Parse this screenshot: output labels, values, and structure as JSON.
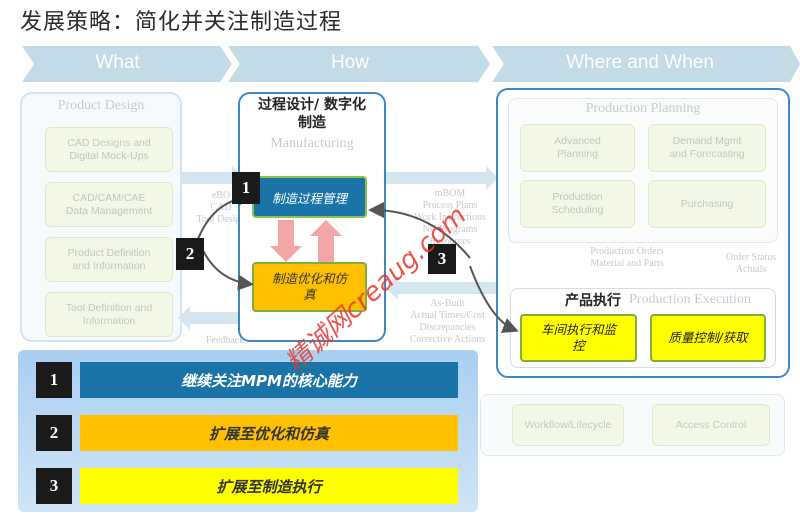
{
  "title": "发展策略：简化并关注制造过程",
  "chevrons": [
    "What",
    "How",
    "Where and When"
  ],
  "what": {
    "title": "Product Design",
    "items": [
      "CAD Designs and\nDigital Mock-Ups",
      "CAD/CAM/CAE\nData Management",
      "Product Definition\nand Information",
      "Tool Definition and\nInformation"
    ]
  },
  "how": {
    "title": "过程设计/ 数字化\n制造",
    "title_faded": "Manufacturing",
    "box1": "制造过程管理",
    "box2": "制造优化和仿\n真"
  },
  "flow_left": {
    "top": "eBO\nCAD\nTool Design",
    "bottom": "Feedback"
  },
  "flow_right": {
    "top": "mBOM\nProcess Plans\nWork Instructions\nNC Programs\nResources",
    "bottom": "As-Built\nActual Times/Cost\nDiscrepancies\nCorrective Actions"
  },
  "where": {
    "planning_title": "Production Planning",
    "planning_items": [
      "Advanced\nPlanning",
      "Demand Mgmt\nand Forecasting",
      "Production\nScheduling",
      "Purchasing"
    ],
    "orders_text": "Production Orders\nMaterial and Parts",
    "status_text": "Order Status\nActuals",
    "exec_title": "产品执行",
    "exec_title_faded": "Production Execution",
    "exec_items": [
      "车间执行和监\n控",
      "质量控制/获取"
    ]
  },
  "bottom_strip": [
    "Workflow/Lifecycle",
    "Access Control"
  ],
  "callouts": [
    "1",
    "2",
    "3"
  ],
  "legend": [
    {
      "num": "1",
      "text": "继续关注MPM的核心能力"
    },
    {
      "num": "2",
      "text": "扩展至优化和仿真"
    },
    {
      "num": "3",
      "text": "扩展至制造执行"
    }
  ],
  "watermark": "精诚网creaug.com",
  "colors": {
    "chevron": "#c3d9e6",
    "frame_blue": "#3a88c7",
    "bar1": "#1b74a8",
    "bar2": "#ffc000",
    "bar3": "#ffff00"
  }
}
